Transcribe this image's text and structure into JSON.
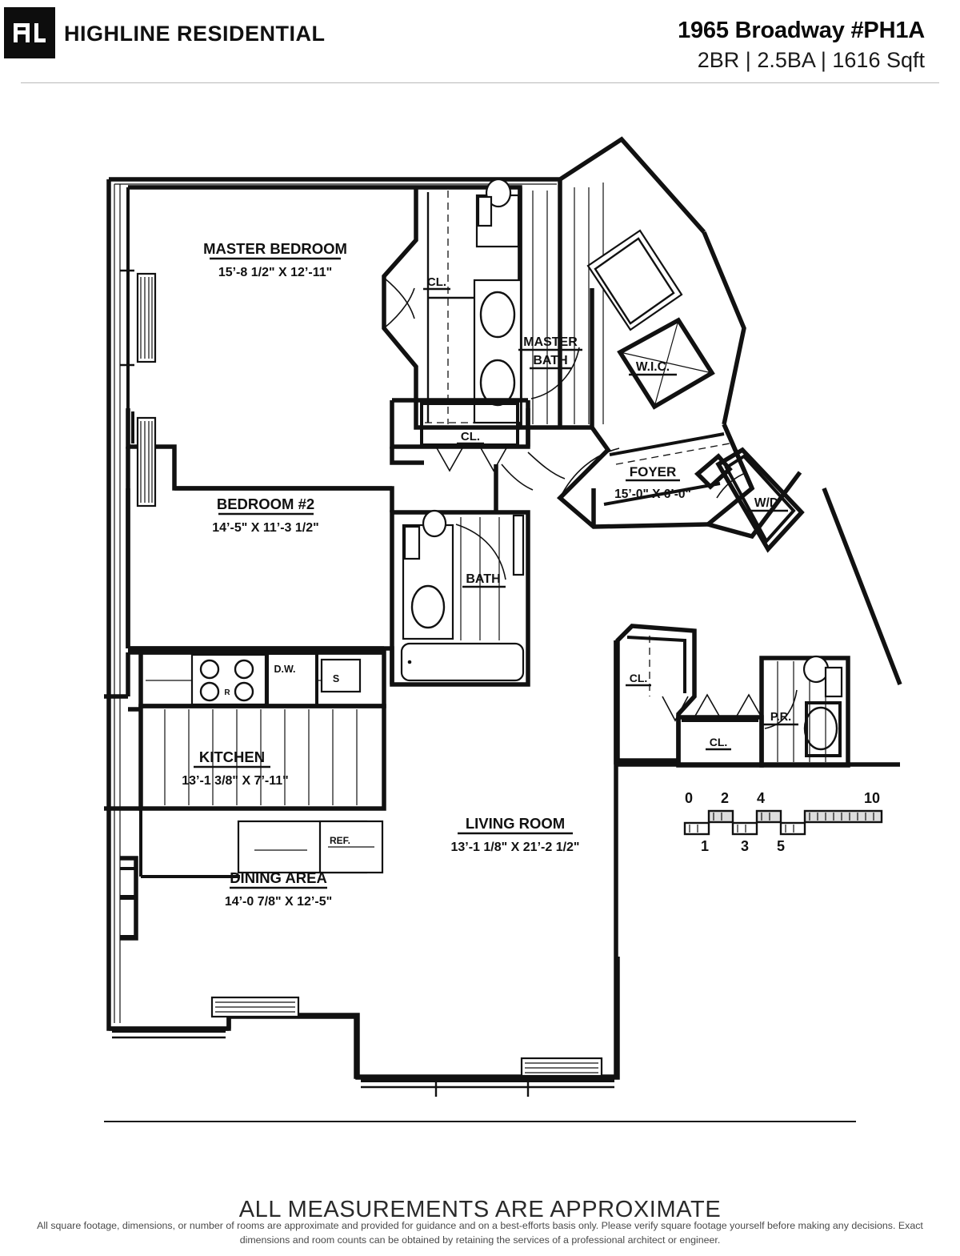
{
  "header": {
    "brand": "HIGHLINE RESIDENTIAL",
    "logo_icon": "hl-monogram-logo",
    "address": "1965 Broadway #PH1A",
    "specs": "2BR | 2.5BA | 1616 Sqft"
  },
  "floorplan": {
    "rooms": [
      {
        "name": "MASTER BEDROOM",
        "dimensions": "15’-8 1/2\" X 12’-11\""
      },
      {
        "name": "MASTER BATH",
        "dimensions": ""
      },
      {
        "name": "W.I.C.",
        "dimensions": ""
      },
      {
        "name": "BEDROOM #2",
        "dimensions": "14’-5\" X 11’-3 1/2\""
      },
      {
        "name": "BATH",
        "dimensions": ""
      },
      {
        "name": "FOYER",
        "dimensions": "15’-0\" X 6’-0\""
      },
      {
        "name": "W/D",
        "dimensions": ""
      },
      {
        "name": "P.R.",
        "dimensions": ""
      },
      {
        "name": "KITCHEN",
        "dimensions": "13’-1 3/8\" X 7’-11\""
      },
      {
        "name": "LIVING ROOM",
        "dimensions": "13’-1 1/8\" X 21’-2 1/2\""
      },
      {
        "name": "DINING AREA",
        "dimensions": "14’-0 7/8\" X 12’-5\""
      }
    ],
    "closet_labels": [
      "CL.",
      "CL.",
      "CL.",
      "CL."
    ],
    "appliances": [
      {
        "code": "D.W.",
        "meaning": "dishwasher"
      },
      {
        "code": "S",
        "meaning": "sink"
      },
      {
        "code": "R",
        "meaning": "range"
      },
      {
        "code": "REF.",
        "meaning": "refrigerator"
      }
    ],
    "scale_bar": {
      "above_ticks": [
        "0",
        "2",
        "4",
        "10"
      ],
      "below_ticks": [
        "1",
        "3",
        "5"
      ]
    }
  },
  "footer": {
    "approximate_note": "ALL MEASUREMENTS ARE APPROXIMATE",
    "disclaimer": "All square footage, dimensions, or number of rooms are approximate and provided for guidance and on a best-efforts basis only. Please verify square footage yourself before making any decisions. Exact dimensions and room counts can be obtained by retaining the services of a professional architect or engineer."
  },
  "colors": {
    "ink": "#111111",
    "logo_bg": "#0d0d0d",
    "rule": "#b9b9b9"
  }
}
